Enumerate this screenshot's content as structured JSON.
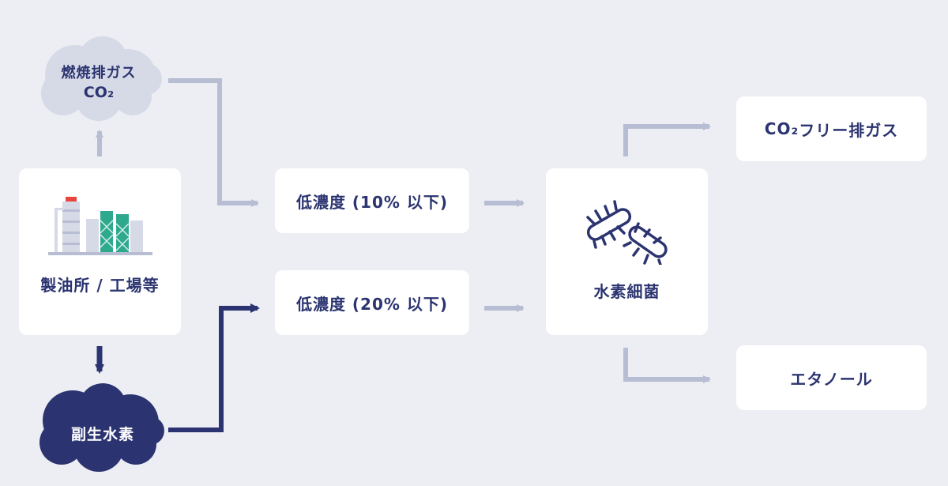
{
  "nodes": {
    "exhaust": {
      "line1": "燃焼排ガス",
      "line2_main": "CO",
      "line2_sub": "₂"
    },
    "factory": {
      "label": "製油所 / 工場等"
    },
    "byproduct_hydrogen": {
      "label": "副生水素"
    },
    "low_conc_10": {
      "label": "低濃度 (10% 以下)"
    },
    "low_conc_20": {
      "label": "低濃度 (20% 以下)"
    },
    "hydrogen_bacteria": {
      "label": "水素細菌"
    },
    "co2_free": {
      "main": "CO",
      "sub": "₂",
      "rest": " フリー排ガス"
    },
    "ethanol": {
      "label": "エタノール"
    }
  },
  "colors": {
    "background": "#eceef4",
    "box": "#ffffff",
    "navy": "#2b3470",
    "light_arrow": "#b7bdd2",
    "cloud_light": "#d6d9e6",
    "accent_green": "#2fa98e",
    "accent_red": "#e8453c"
  },
  "icons": {
    "factory": "factory-icon",
    "bacteria": "bacteria-icon"
  }
}
